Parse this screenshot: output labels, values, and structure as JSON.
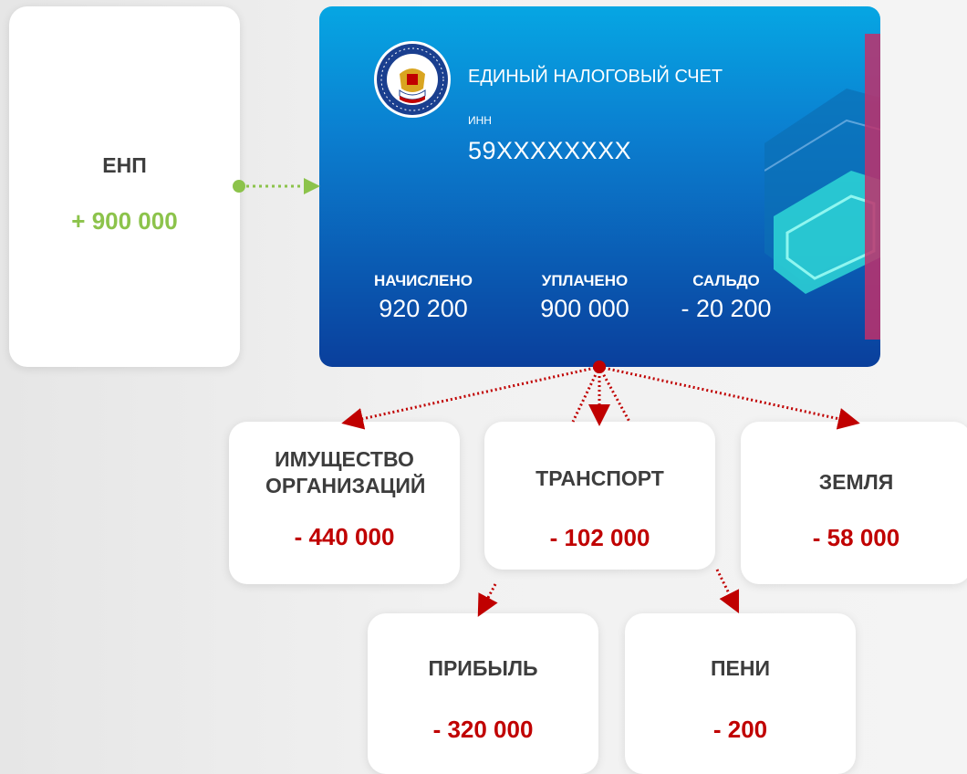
{
  "enp": {
    "label": "ЕНП",
    "value": "+ 900 000"
  },
  "card": {
    "title": "ЕДИНЫЙ НАЛОГОВЫЙ СЧЕТ",
    "inn_label": "ИНН",
    "inn_value": "59XXXXXXXX",
    "stats": [
      {
        "label": "НАЧИСЛЕНО",
        "value": "920 200"
      },
      {
        "label": "УПЛАЧЕНО",
        "value": "900 000"
      },
      {
        "label": "САЛЬДО",
        "value": "- 20 200"
      }
    ]
  },
  "taxes": [
    {
      "label": "ИМУЩЕСТВО ОРГАНИЗАЦИЙ",
      "value": "- 440 000"
    },
    {
      "label": "ТРАНСПОРТ",
      "value": "- 102 000"
    },
    {
      "label": "ЗЕМЛЯ",
      "value": "- 58 000"
    },
    {
      "label": "ПРИБЫЛЬ",
      "value": "- 320 000"
    },
    {
      "label": "ПЕНИ",
      "value": "- 200"
    }
  ],
  "colors": {
    "positive": "#8cc34b",
    "negative": "#c00000",
    "card_top": "#06a6e3",
    "card_bottom": "#0a3f9c",
    "label_text": "#3d3d3d"
  },
  "icons": [
    "fns-emblem-icon",
    "arrow-icon"
  ]
}
